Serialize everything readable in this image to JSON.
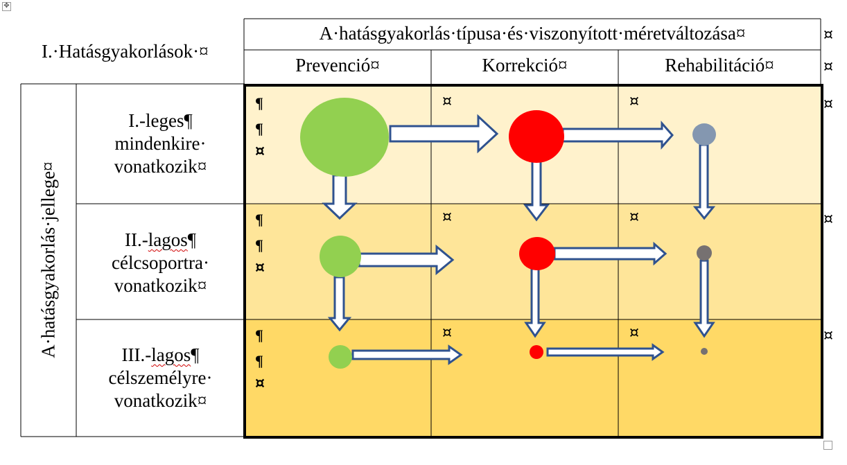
{
  "table": {
    "corner_label": "I.·Hatásgyakorlások·¤",
    "header_title": "A·hatásgyakorlás·típusa·és·viszonyított·méretváltozása¤",
    "columns": [
      "Prevenció¤",
      "Korrekció¤",
      "Rehabilitáció¤"
    ],
    "vertical_label": "A·hatásgyakorlás·jellege¤",
    "rows": [
      {
        "line1": "I.-leges¶",
        "line2": "mindenkire·",
        "line3": "vonatkozik¤"
      },
      {
        "line1a": "II.-",
        "line1b": "lagos",
        "line1c": "¶",
        "line2": "célcsoportra·",
        "line3": "vonatkozik¤"
      },
      {
        "line1a": "III.-",
        "line1b": "lagos",
        "line1c": "¶",
        "line2": "célszemélyre·",
        "line3": "vonatkozik¤"
      }
    ],
    "cell_marks": {
      "pilcrow": "¶",
      "end": "¤"
    }
  },
  "colors": {
    "row1_bg": "#fff2cc",
    "row2_bg": "#fee599",
    "row3_bg": "#ffd966",
    "prevention_circle": "#92d050",
    "correction_circle": "#ff0000",
    "rehab_circle_row1": "#8497b0",
    "rehab_circle_row2": "#767171",
    "arrow_stroke": "#2f528f",
    "arrow_fill": "#ffffff"
  },
  "icons": {
    "move_handle": "move-handle-icon",
    "resize_handle": "resize-handle-icon"
  }
}
